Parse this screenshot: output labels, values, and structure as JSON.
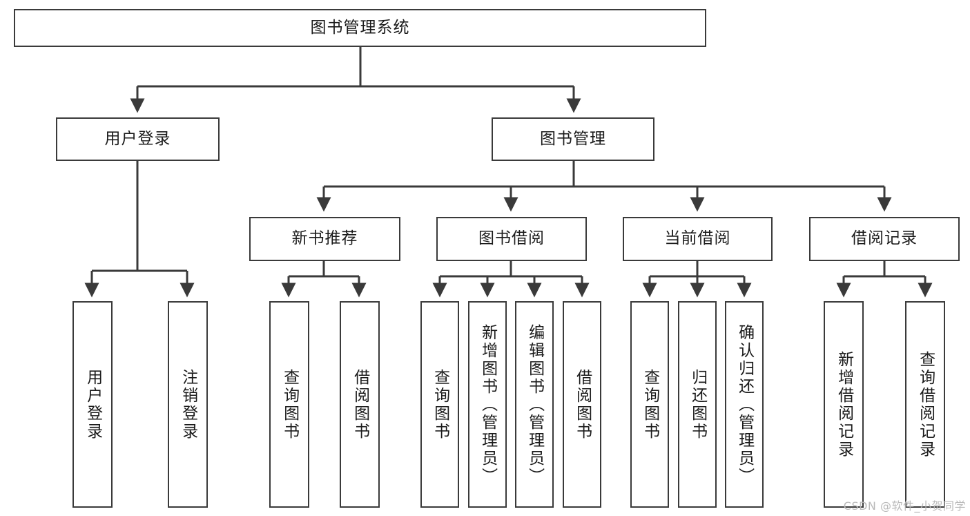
{
  "diagram": {
    "title": "图书管理系统",
    "type": "tree-hierarchy",
    "watermark": "CSDN @软件_小贺同学",
    "colors": {
      "box_border": "#3a3a3a",
      "box_fill": "#ffffff",
      "edge": "#3a3a3a",
      "text": "#1b1b1b",
      "watermark": "#b9b9b9",
      "background": "#ffffff"
    },
    "nodes": {
      "root": {
        "label": "图书管理系统"
      },
      "level2": [
        {
          "id": "user-login",
          "label": "用户登录"
        },
        {
          "id": "book-manage",
          "label": "图书管理"
        }
      ],
      "level3": [
        {
          "id": "new-book-recommend",
          "label": "新书推荐"
        },
        {
          "id": "book-borrow",
          "label": "图书借阅"
        },
        {
          "id": "current-borrow",
          "label": "当前借阅"
        },
        {
          "id": "borrow-record",
          "label": "借阅记录"
        }
      ],
      "leaves": {
        "user-login": [
          {
            "id": "leaf-user-login",
            "label": "用户登录"
          },
          {
            "id": "leaf-user-logout",
            "label": "注销登录"
          }
        ],
        "new-book-recommend": [
          {
            "id": "leaf-query-book-1",
            "label": "查询图书"
          },
          {
            "id": "leaf-borrow-book-1",
            "label": "借阅图书"
          }
        ],
        "book-borrow": [
          {
            "id": "leaf-query-book-2",
            "label": "查询图书"
          },
          {
            "id": "leaf-add-book",
            "label": "新增图书（管理员）"
          },
          {
            "id": "leaf-edit-book",
            "label": "编辑图书（管理员）"
          },
          {
            "id": "leaf-borrow-book-2",
            "label": "借阅图书"
          }
        ],
        "current-borrow": [
          {
            "id": "leaf-query-book-3",
            "label": "查询图书"
          },
          {
            "id": "leaf-return-book",
            "label": "归还图书"
          },
          {
            "id": "leaf-confirm-return",
            "label": "确认归还（管理员）"
          }
        ],
        "borrow-record": [
          {
            "id": "leaf-add-record",
            "label": "新增借阅记录"
          },
          {
            "id": "leaf-query-record",
            "label": "查询借阅记录"
          }
        ]
      }
    }
  }
}
